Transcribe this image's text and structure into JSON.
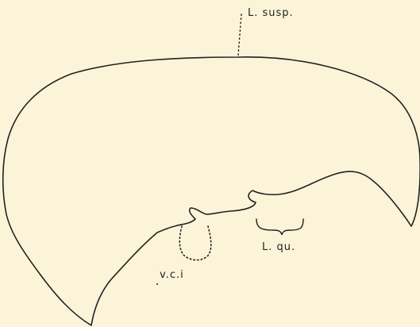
{
  "labels": {
    "suspensory": "L. susp.",
    "quadrate": "L. qu.",
    "vena_cava": "v.c.i"
  }
}
